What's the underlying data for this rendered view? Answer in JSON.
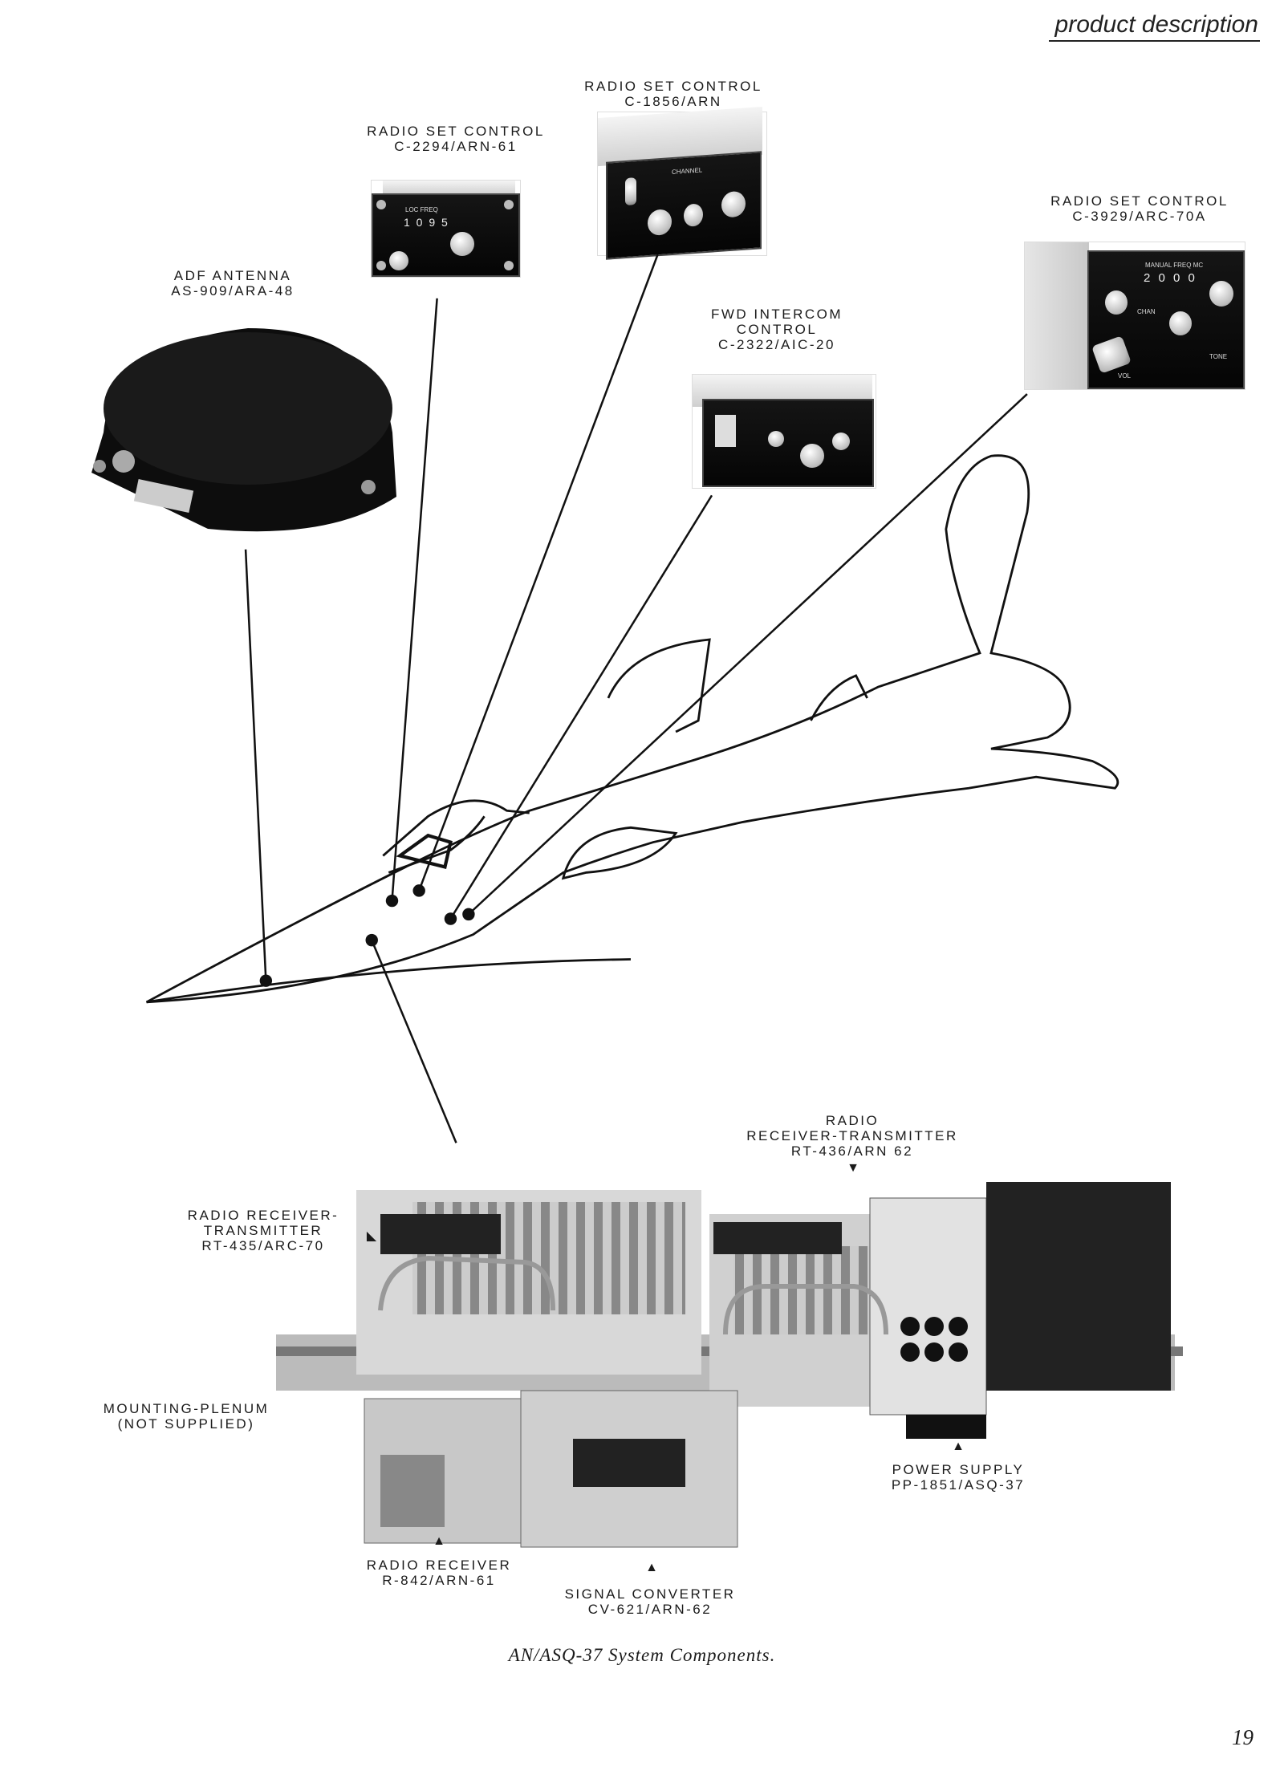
{
  "header": {
    "section": "product description"
  },
  "callouts": {
    "rsc_1856": {
      "line1": "RADIO SET CONTROL",
      "line2": "C-1856/ARN"
    },
    "rsc_2294": {
      "line1": "RADIO SET CONTROL",
      "line2": "C-2294/ARN-61"
    },
    "rsc_3929": {
      "line1": "RADIO SET CONTROL",
      "line2": "C-3929/ARC-70A"
    },
    "adf": {
      "line1": "ADF ANTENNA",
      "line2": "AS-909/ARA-48"
    },
    "intercom": {
      "line1": "FWD INTERCOM",
      "line2": "CONTROL",
      "line3": "C-2322/AIC-20"
    },
    "rt436": {
      "line1": "RADIO",
      "line2": "RECEIVER-TRANSMITTER",
      "line3": "RT-436/ARN 62"
    },
    "rt435": {
      "line1": "RADIO RECEIVER-",
      "line2": "TRANSMITTER",
      "line3": "RT-435/ARC-70"
    },
    "plenum": {
      "line1": "MOUNTING-PLENUM",
      "line2": "(NOT SUPPLIED)"
    },
    "power": {
      "line1": "POWER SUPPLY",
      "line2": "PP-1851/ASQ-37"
    },
    "receiver": {
      "line1": "RADIO RECEIVER",
      "line2": "R-842/ARN-61"
    },
    "converter": {
      "line1": "SIGNAL CONVERTER",
      "line2": "CV-621/ARN-62"
    }
  },
  "panel_text": {
    "loc_freq": "LOC FREQ",
    "loc_digits": "1 0 9 5",
    "channel": "CHANNEL",
    "manual_freq": "MANUAL FREQ MC",
    "manual_digits": "2 0 0 0",
    "chan": "CHAN",
    "tone": "TONE",
    "vol": "VOL"
  },
  "caption": "AN/ASQ-37 System Components.",
  "page_number": "19"
}
